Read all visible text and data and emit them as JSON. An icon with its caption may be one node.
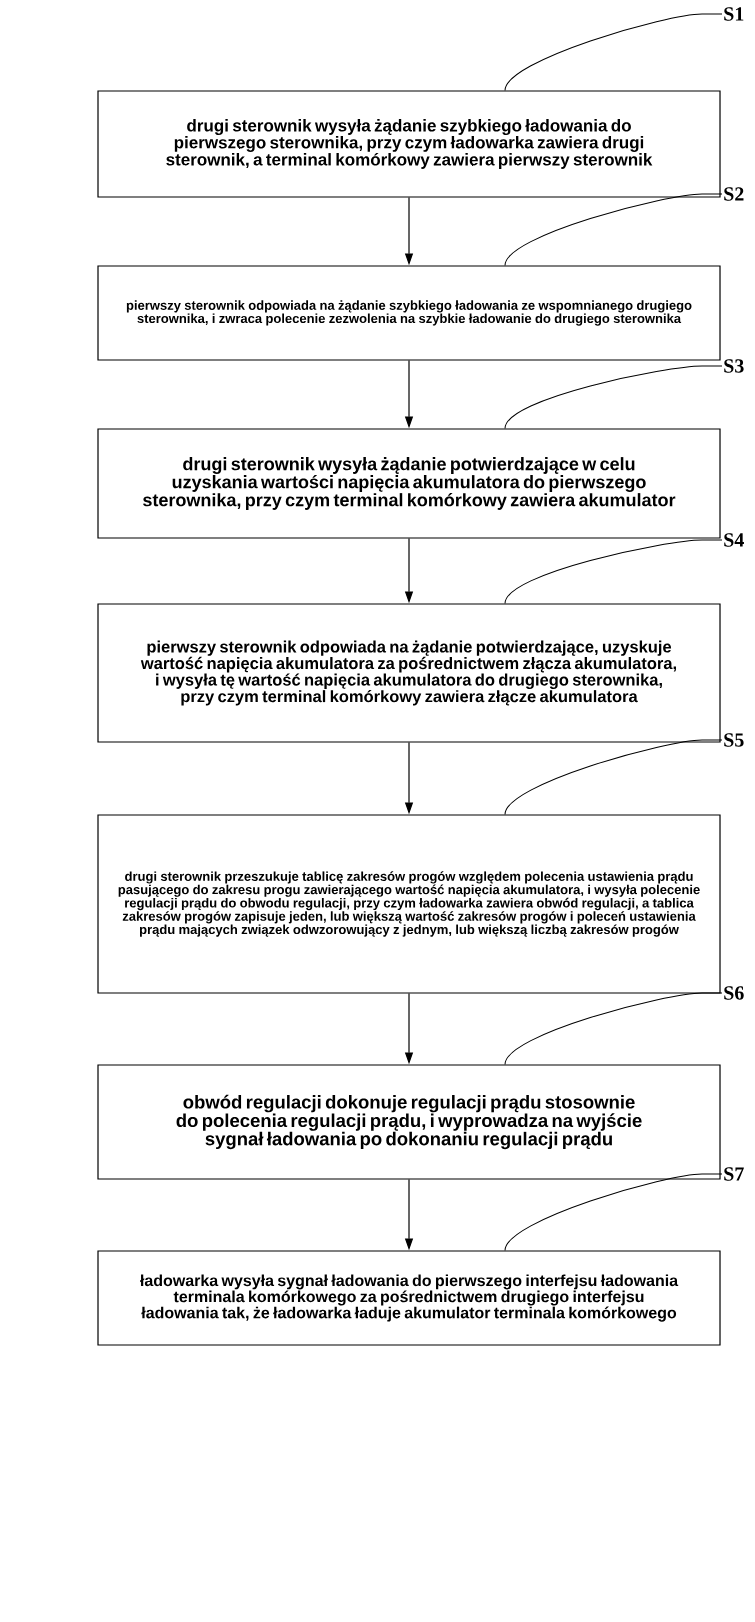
{
  "diagram": {
    "nodes": [
      {
        "text": [
          "S1"
        ]
      },
      {
        "text": [
          "drugi sterownik wysyła żądanie szybkiego ładowania do pierwszego sterownika, przy czym ładowarka zawiera drugi sterownik, a terminal komórkowy zawiera pierwszy sterownik"
        ]
      },
      {
        "text": [
          "S2"
        ]
      },
      {
        "text": [
          "pierwszy sterownik odpowiada na żądanie szybkiego ładowania ze wspomnianego drugiego sterownika, i zwraca polecenie zezwolenia na szybkie ładowanie do drugiego sterownika"
        ]
      },
      {
        "text": [
          "S3"
        ]
      },
      {
        "text": [
          "drugi sterownik wysyła żądanie potwierdzające w celu uzyskania wartości napięcia akumulatora do pierwszego sterownika, przy czym terminal komórkowy zawiera akumulator"
        ]
      },
      {
        "text": [
          "S4"
        ]
      },
      {
        "text": [
          "pierwszy sterownik odpowiada na żądanie potwierdzające, uzyskuje wartość napięcia akumulatora za pośrednictwem złącza akumulatora, i wysyła tę wartość napięcia akumulatora do drugiego sterownika, przy czym terminal komórkowy zawiera złącze akumulatora"
        ]
      },
      {
        "text": [
          "S5"
        ]
      },
      {
        "text": [
          "drugi sterownik przeszukuje tablicę zakresów progów względem polecenia ustawienia prądu pasującego do zakresu progu zawierającego wartość napięcia akumulatora, i wysyła polecenie regulacji prądu do obwodu regulacji, przy czym ładowarka zawiera obwód regulacji, a tablica zakresów progów zapisuje jeden, lub większą wartość zakresów progów i poleceń ustawienia prądu mających związek odwzorowujący z jednym, lub większą liczbą zakresów progów"
        ]
      },
      {
        "text": [
          "S6"
        ]
      },
      {
        "text": [
          "obwód regulacji dokonuje regulacji prądu stosownie do polecenia regulacji prądu, i wyprowadza na wyjście sygnał ładowania po dokonaniu regulacji prądu"
        ]
      },
      {
        "text": [
          "S7"
        ]
      },
      {
        "text": [
          "ładowarka wysyła sygnał ładowania do pierwszego interfejsu ładowania terminala komórkowego za pośrednictwem drugiego interfejsu ładowania tak, że ładowarka ładuje akumulator terminala komórkowego"
        ]
      }
    ],
    "edges": [
      {
        "from": 1,
        "to": 3,
        "arrow": "to"
      },
      {
        "from": 3,
        "to": 5,
        "arrow": "to"
      },
      {
        "from": 5,
        "to": 7,
        "arrow": "to"
      },
      {
        "from": 7,
        "to": 9,
        "arrow": "to"
      },
      {
        "from": 9,
        "to": 11,
        "arrow": "to"
      },
      {
        "from": 11,
        "to": 13,
        "arrow": "to"
      },
      {
        "from": 0,
        "to": 1,
        "arrow": "none"
      },
      {
        "from": 2,
        "to": 3,
        "arrow": "none"
      },
      {
        "from": 4,
        "to": 5,
        "arrow": "none"
      },
      {
        "from": 6,
        "to": 7,
        "arrow": "none"
      },
      {
        "from": 8,
        "to": 9,
        "arrow": "none"
      },
      {
        "from": 10,
        "to": 11,
        "arrow": "none"
      },
      {
        "from": 12,
        "to": 13,
        "arrow": "none"
      }
    ]
  }
}
